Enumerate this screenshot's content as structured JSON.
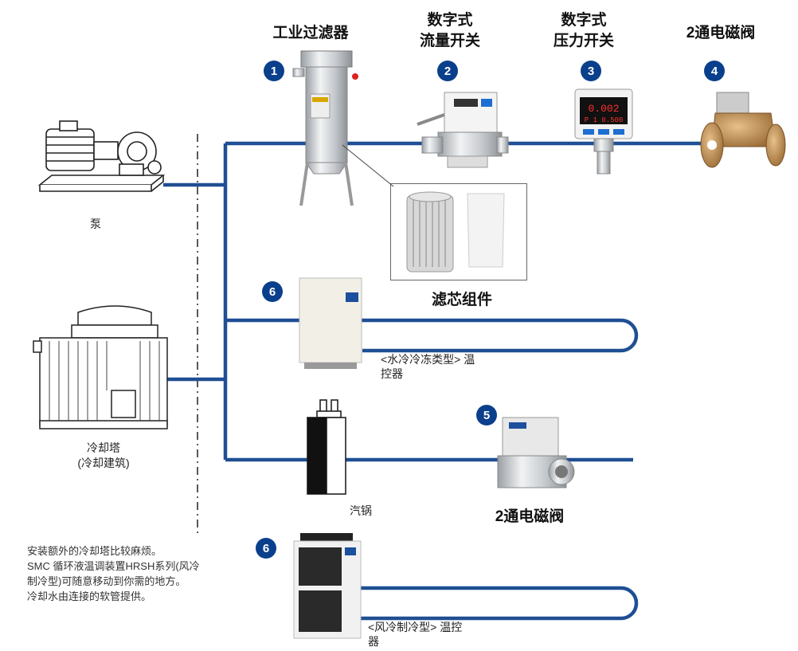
{
  "components": {
    "industrial_filter": "工业过滤器",
    "flow_switch_line1": "数字式",
    "flow_switch_line2": "流量开关",
    "pressure_switch_line1": "数字式",
    "pressure_switch_line2": "压力开关",
    "solenoid_valve_top": "2通电磁阀",
    "pump": "泵",
    "cooling_tower_line1": "冷却塔",
    "cooling_tower_line2": "(冷却建筑)",
    "filter_element": "滤芯组件",
    "water_cooled_chiller": "<水冷冷冻类型> 温控器",
    "boiler": "汽锅",
    "solenoid_valve_bottom": "2通电磁阀",
    "air_cooled_chiller": "<风冷制冷型> 温控器"
  },
  "badges": {
    "b1": "1",
    "b2": "2",
    "b3": "3",
    "b4": "4",
    "b5": "5",
    "b6a": "6",
    "b6b": "6"
  },
  "note": {
    "line1": "安装额外的冷却塔比较麻烦。",
    "line2": "SMC 循环液温调装置HRSH系列(风冷",
    "line3": "制冷型)可随意移动到你需的地方。",
    "line4": "冷却水由连接的软管提供。"
  },
  "colors": {
    "pipe": "#1f4f94",
    "badge": "#0a3f8c"
  }
}
